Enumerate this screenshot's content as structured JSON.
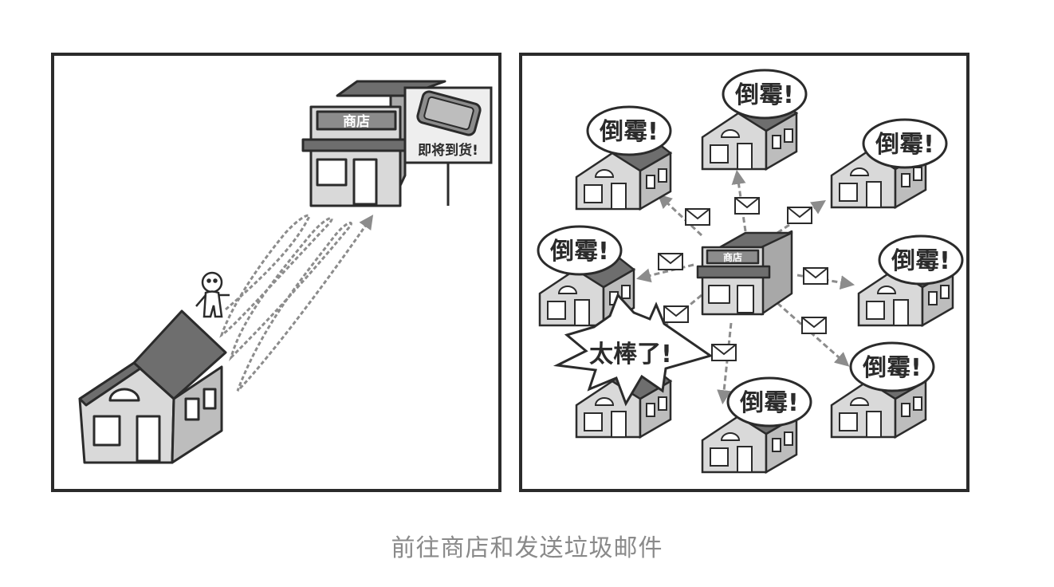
{
  "left_panel": {
    "shop_sign": "商店",
    "billboard_text": "即将到货!"
  },
  "right_panel": {
    "shop_sign": "商店",
    "bubble_text": "倒霉!",
    "burst_text": "太棒了!"
  },
  "caption": "前往商店和发送垃圾邮件",
  "colors": {
    "outline": "#2b2b2b",
    "house_wall": "#d9d9d9",
    "roof": "#6e6e6e",
    "arrow": "#8c8c8c",
    "caption": "#8a8a8a"
  }
}
